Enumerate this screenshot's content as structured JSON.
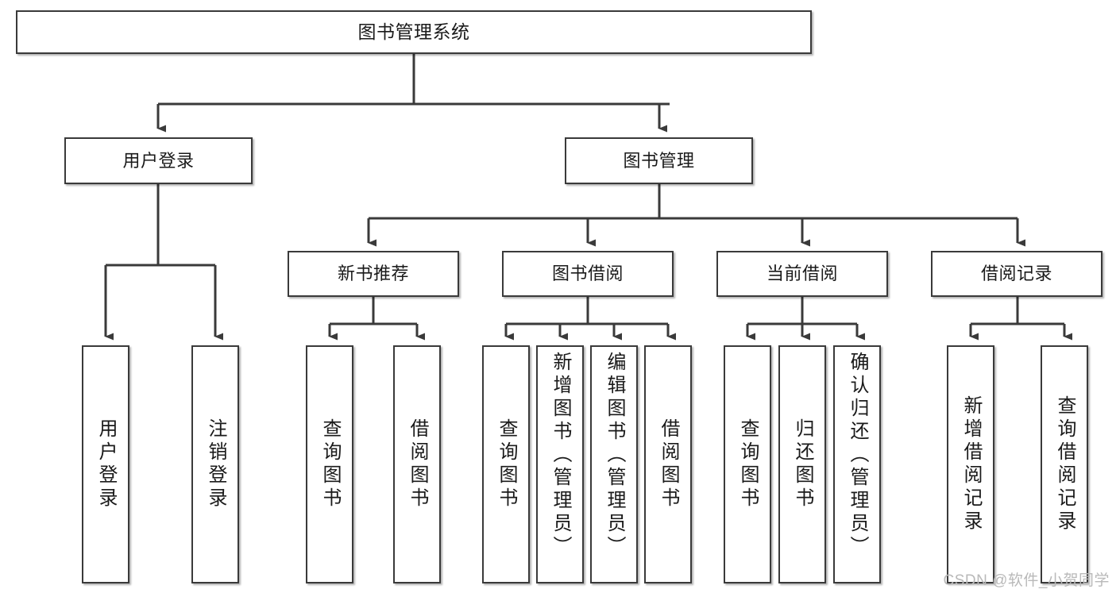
{
  "diagram": {
    "type": "hierarchy-tree",
    "title": "图书管理系统",
    "watermark": "CSDN @软件_小贺同学",
    "colors": {
      "box_border": "#3a3a3a",
      "box_fill": "#ffffff",
      "connector": "#3a3a3a",
      "text": "#1a1a1a",
      "watermark": "#b9b9b9",
      "background": "#ffffff"
    },
    "root": {
      "id": "root",
      "label": "图书管理系统"
    },
    "level1": [
      {
        "id": "user-login",
        "label": "用户登录"
      },
      {
        "id": "book-manage",
        "label": "图书管理"
      }
    ],
    "level2": [
      {
        "id": "new-book-recommend",
        "label": "新书推荐",
        "parent": "book-manage"
      },
      {
        "id": "book-borrow",
        "label": "图书借阅",
        "parent": "book-manage"
      },
      {
        "id": "current-borrow",
        "label": "当前借阅",
        "parent": "book-manage"
      },
      {
        "id": "borrow-record",
        "label": "借阅记录",
        "parent": "book-manage"
      }
    ],
    "leaves": {
      "user-login": [
        {
          "id": "leaf-user-login",
          "label": "用户登录"
        },
        {
          "id": "leaf-logout-login",
          "label": "注销登录"
        }
      ],
      "new-book-recommend": [
        {
          "id": "leaf-query-book-1",
          "label": "查询图书"
        },
        {
          "id": "leaf-borrow-book-1",
          "label": "借阅图书"
        }
      ],
      "book-borrow": [
        {
          "id": "leaf-query-book-2",
          "label": "查询图书"
        },
        {
          "id": "leaf-add-book",
          "label": "新增图书（管理员）"
        },
        {
          "id": "leaf-edit-book",
          "label": "编辑图书（管理员）"
        },
        {
          "id": "leaf-borrow-book-2",
          "label": "借阅图书"
        }
      ],
      "current-borrow": [
        {
          "id": "leaf-query-book-3",
          "label": "查询图书"
        },
        {
          "id": "leaf-return-book",
          "label": "归还图书"
        },
        {
          "id": "leaf-confirm-return",
          "label": "确认归还（管理员）"
        }
      ],
      "borrow-record": [
        {
          "id": "leaf-add-record",
          "label": "新增借阅记录"
        },
        {
          "id": "leaf-query-record",
          "label": "查询借阅记录"
        }
      ]
    }
  }
}
